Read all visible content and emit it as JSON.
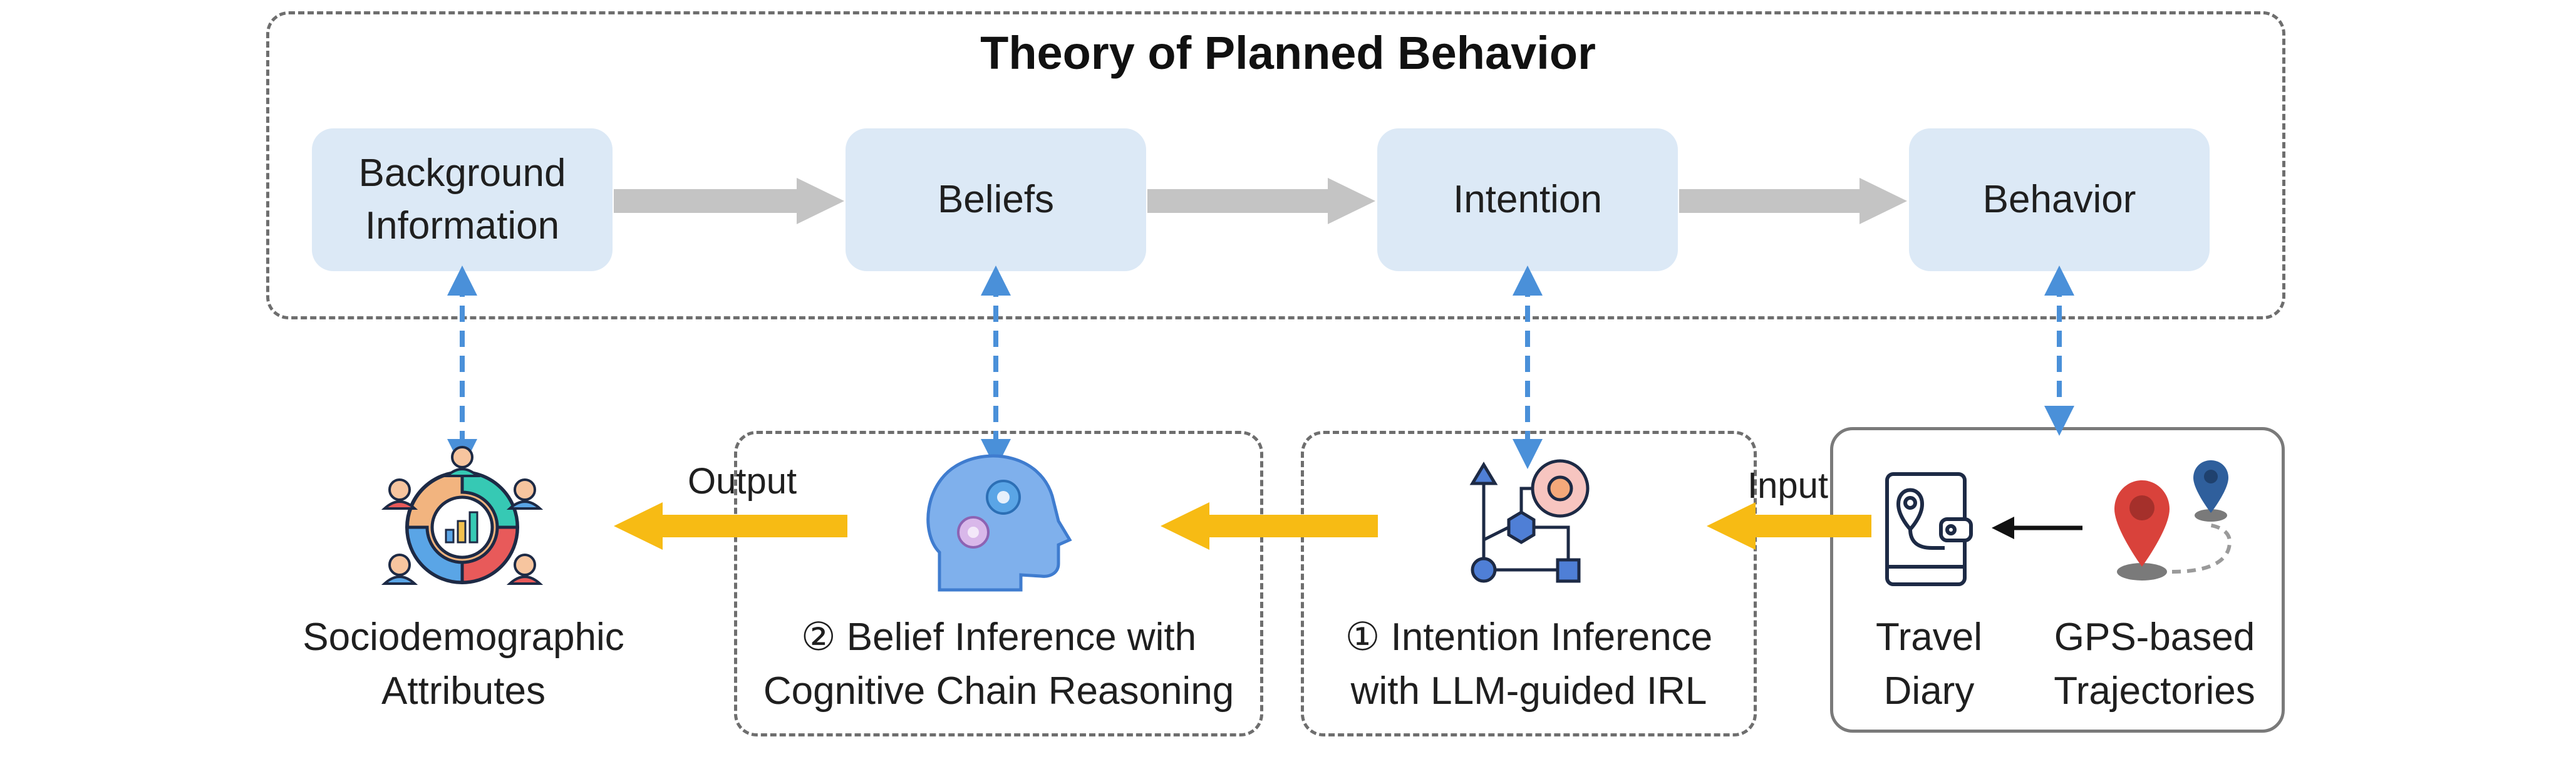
{
  "title": "Theory of Planned Behavior",
  "stages": [
    {
      "label": "Background\nInformation"
    },
    {
      "label": "Beliefs"
    },
    {
      "label": "Intention"
    },
    {
      "label": "Behavior"
    }
  ],
  "modules": {
    "sociodemographic": "Sociodemographic\nAttributes",
    "belief_inference": "② Belief Inference with\nCognitive Chain Reasoning",
    "intention_inference": "① Intention Inference\nwith LLM-guided IRL",
    "travel_diary": "Travel\nDiary",
    "gps_trajectories": "GPS-based\nTrajectories"
  },
  "flow_labels": {
    "output": "Output",
    "input": "Input"
  },
  "icons": {
    "sociodemographic": "people-chart-icon",
    "belief": "head-gears-icon",
    "intention": "brain-network-icon",
    "travel_diary": "travel-diary-icon",
    "gps": "map-pin-route-icon"
  },
  "colors": {
    "stage_fill": "#dce9f6",
    "flow_arrow": "#f7bb14",
    "link_arrow": "#4a90d9",
    "stage_arrow": "#c4c4c4"
  }
}
